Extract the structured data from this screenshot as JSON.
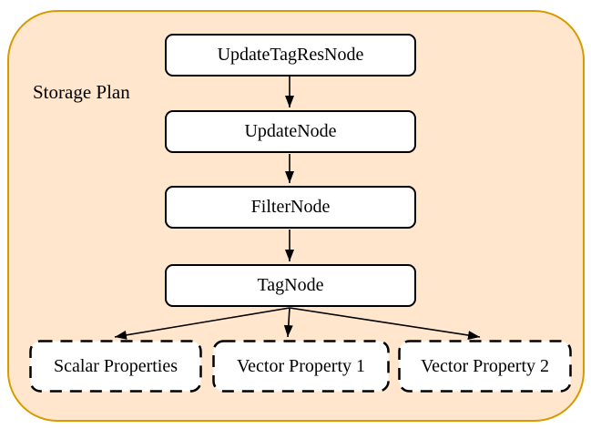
{
  "diagram": {
    "title": "Storage Plan",
    "flow_nodes": [
      {
        "label": "UpdateTagResNode"
      },
      {
        "label": "UpdateNode"
      },
      {
        "label": "FilterNode"
      },
      {
        "label": "TagNode"
      }
    ],
    "leaf_nodes": [
      {
        "label": "Scalar Properties"
      },
      {
        "label": "Vector Property 1"
      },
      {
        "label": "Vector Property 2"
      }
    ],
    "edges": [
      {
        "from": "UpdateTagResNode",
        "to": "UpdateNode"
      },
      {
        "from": "UpdateNode",
        "to": "FilterNode"
      },
      {
        "from": "FilterNode",
        "to": "TagNode"
      },
      {
        "from": "TagNode",
        "to": "Scalar Properties"
      },
      {
        "from": "TagNode",
        "to": "Vector Property 1"
      },
      {
        "from": "TagNode",
        "to": "Vector Property 2"
      }
    ],
    "colors": {
      "container_fill": "#FFE6CC",
      "container_border": "#D79B00",
      "node_fill": "#FFFFFF",
      "node_border": "#000000",
      "arrow_color": "#000000",
      "text_color": "#000000"
    }
  }
}
